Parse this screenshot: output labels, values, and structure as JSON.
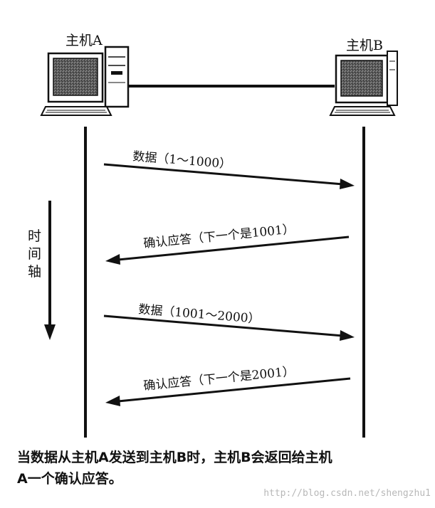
{
  "hosts": {
    "a_label": "主机A",
    "b_label": "主机B"
  },
  "messages": [
    {
      "text": "数据（1～1000）",
      "direction": "A-to-B"
    },
    {
      "text": "确认应答（下一个是1001）",
      "direction": "B-to-A"
    },
    {
      "text": "数据（1001～2000）",
      "direction": "A-to-B"
    },
    {
      "text": "确认应答（下一个是2001）",
      "direction": "B-to-A"
    }
  ],
  "time_axis": {
    "chars": [
      "时",
      "间",
      "轴"
    ],
    "icon": "down-arrow-icon"
  },
  "caption": {
    "line1": "当数据从主机A发送到主机B时，主机B会返回给主机",
    "line2": "A一个确认应答。"
  },
  "watermark": "http://blog.csdn.net/shengzhu1",
  "icons": {
    "host": "desktop-computer-icon"
  },
  "colors": {
    "ink": "#111111",
    "screen": "#6a6a6a",
    "watermark": "#b8b8b8"
  }
}
